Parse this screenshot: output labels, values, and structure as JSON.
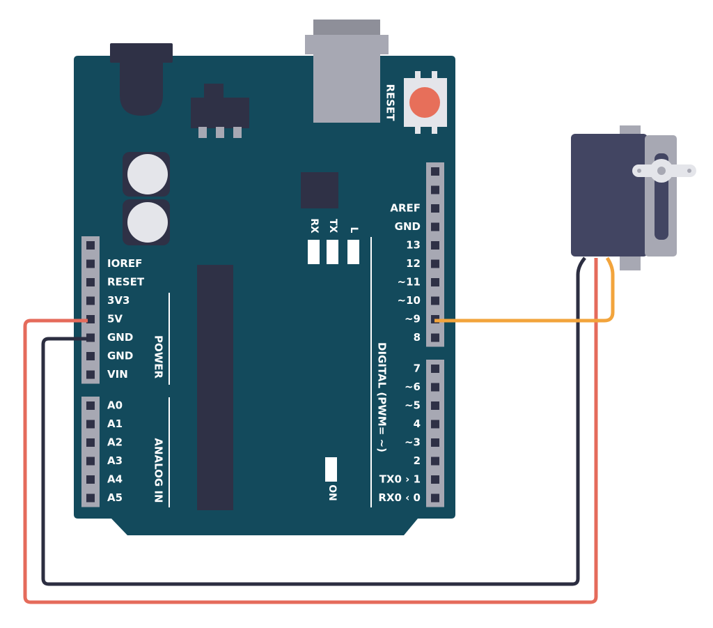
{
  "colors": {
    "board": "#134A5C",
    "header": "#A7A8B3",
    "pin": "#2F3146",
    "chip": "#2F3146",
    "reset_button": "#E76F5A",
    "wire_power": "#E56B5B",
    "wire_ground": "#2C2E41",
    "wire_signal": "#F2A43C",
    "servo_body": "#424562",
    "servo_bracket": "#A7A8B3",
    "usb": "#A7A8B3",
    "led": "#FFFFFF"
  },
  "board": {
    "reset_label": "RESET",
    "led_labels": [
      "RX",
      "TX",
      "L"
    ],
    "on_label": "ON",
    "power_group_label": "POWER",
    "analog_group_label": "ANALOG IN",
    "digital_group_label": "DIGITAL (PWM= ~)",
    "power_pins": [
      "IOREF",
      "RESET",
      "3V3",
      "5V",
      "GND",
      "GND",
      "VIN"
    ],
    "analog_pins": [
      "A0",
      "A1",
      "A2",
      "A3",
      "A4",
      "A5"
    ],
    "digital_upper_pins": [
      "AREF",
      "GND",
      "13",
      "12",
      "~11",
      "~10",
      "~9",
      "8"
    ],
    "digital_lower_pins": [
      "7",
      "~6",
      "~5",
      "4",
      "~3",
      "2",
      "TX0 › 1",
      "RX0 ‹ 0"
    ]
  },
  "wires": [
    {
      "name": "power",
      "from": "5V",
      "to": "servo power"
    },
    {
      "name": "ground",
      "from": "GND",
      "to": "servo ground"
    },
    {
      "name": "signal",
      "from": "~9",
      "to": "servo signal"
    }
  ]
}
